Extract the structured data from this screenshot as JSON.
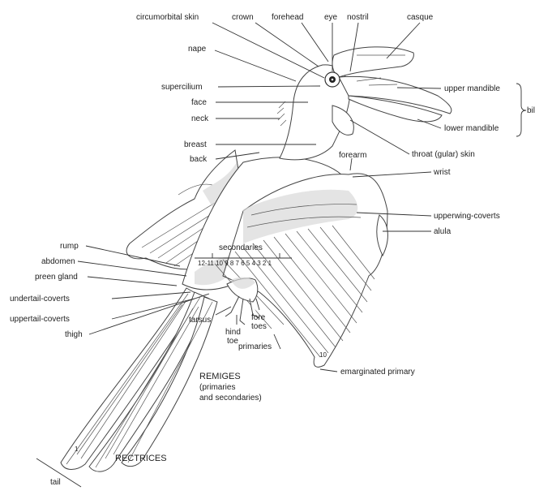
{
  "figure": {
    "labels": {
      "circumorbital_skin": "circumorbital skin",
      "crown": "crown",
      "forehead": "forehead",
      "eye": "eye",
      "nostril": "nostril",
      "casque": "casque",
      "nape": "nape",
      "supercilium": "supercilium",
      "face": "face",
      "neck": "neck",
      "breast": "breast",
      "back": "back",
      "forearm": "forearm",
      "upper_mandible": "upper mandible",
      "lower_mandible": "lower mandible",
      "bill": "bill",
      "throat": "throat (gular) skin",
      "wrist": "wrist",
      "upperwing_coverts": "upperwing-coverts",
      "alula": "alula",
      "secondaries": "secondaries",
      "secondary_numbers": "12-11 10 9 8 7 6 5 4 3 2 1",
      "rump": "rump",
      "abdomen": "abdomen",
      "preen_gland": "preen gland",
      "undertail_coverts": "undertail-coverts",
      "uppertail_coverts": "uppertail-coverts",
      "thigh": "thigh",
      "tarsus": "tarsus",
      "hind_toe_1": "hind",
      "hind_toe_2": "toe",
      "fore_toes_1": "fore",
      "fore_toes_2": "toes",
      "primaries": "primaries",
      "emarginated_primary": "emarginated primary",
      "remiges_1": "REMIGES",
      "remiges_2": "(primaries",
      "remiges_3": "and secondaries)",
      "rectrices": "RECTRICES",
      "tail": "tail",
      "primary_number_10": "10",
      "rectrix_number_1": "1"
    }
  }
}
